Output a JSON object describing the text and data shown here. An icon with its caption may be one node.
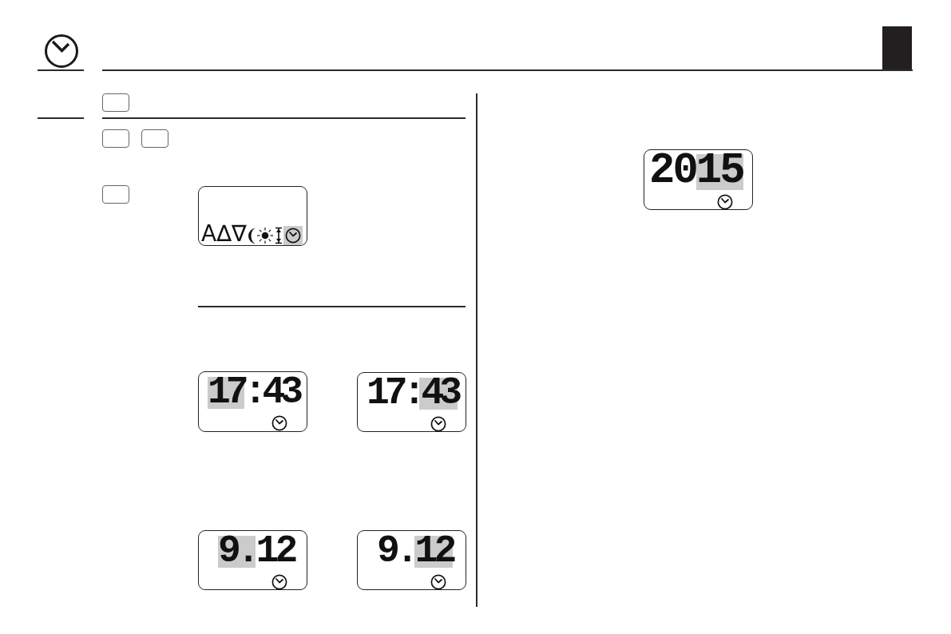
{
  "diagram": {
    "nodes": [
      {
        "text": [
          "A∆∇"
        ]
      },
      {
        "text": [
          "17:43"
        ]
      },
      {
        "text": [
          "17:43"
        ]
      },
      {
        "text": [
          "9.12"
        ]
      },
      {
        "text": [
          "9.12"
        ]
      },
      {
        "text": [
          "2015"
        ]
      }
    ]
  }
}
